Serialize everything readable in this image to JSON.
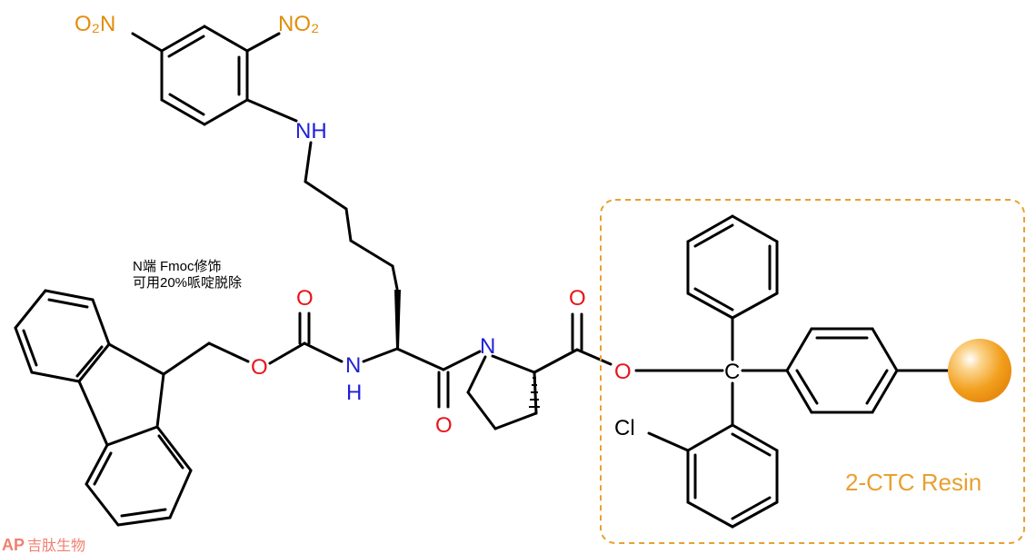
{
  "colors": {
    "bond": "#000000",
    "oxygen": "#e8141a",
    "nitrogen": "#1f1fd8",
    "nitro": "#e28d0c",
    "carbon_label": "#000000",
    "chlorine": "#000000",
    "resin_box": "#e8a030",
    "resin_text": "#e8a030",
    "resin_bead": "#f2a01e",
    "logo": "#f08070"
  },
  "labels": {
    "nitro_left": "O₂N",
    "nitro_right": "NO₂",
    "aryl_amine": "NH",
    "carbamate_o_top": "O",
    "carbamate_o_ester": "O",
    "amide_nh": "N",
    "amide_nh_h": "H",
    "amide_o": "O",
    "proline_n": "N",
    "ester_o_top": "O",
    "ester_o": "O",
    "trityl_c": "C",
    "chlorine": "Cl",
    "resin": "2-CTC Resin",
    "note_line1": "N端 Fmoc修饰",
    "note_line2": "可用20%哌啶脱除",
    "logo_letters": "AP",
    "logo_text": "吉肽生物"
  }
}
